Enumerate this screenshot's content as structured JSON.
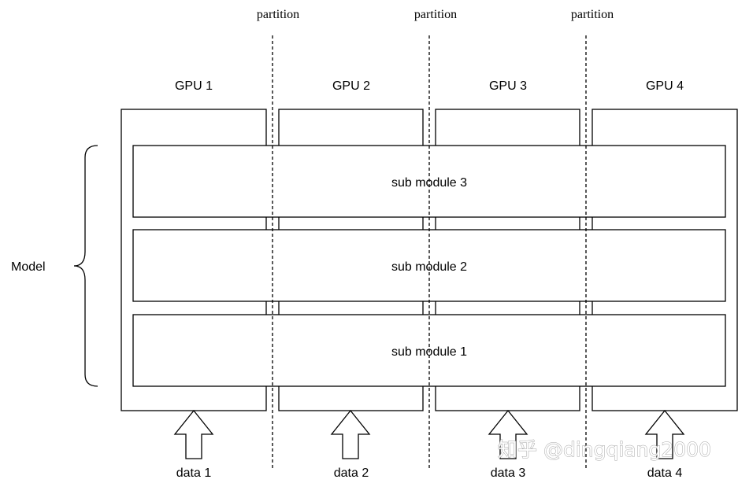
{
  "partition_label": "partition",
  "gpus": [
    {
      "label": "GPU 1",
      "data_label": "data 1"
    },
    {
      "label": "GPU 2",
      "data_label": "data 2"
    },
    {
      "label": "GPU 3",
      "data_label": "data 3"
    },
    {
      "label": "GPU 4",
      "data_label": "data 4"
    }
  ],
  "submodules": [
    "sub module 3",
    "sub module 2",
    "sub module 1"
  ],
  "model_label": "Model",
  "watermark": "知乎 @dingqiang2000"
}
